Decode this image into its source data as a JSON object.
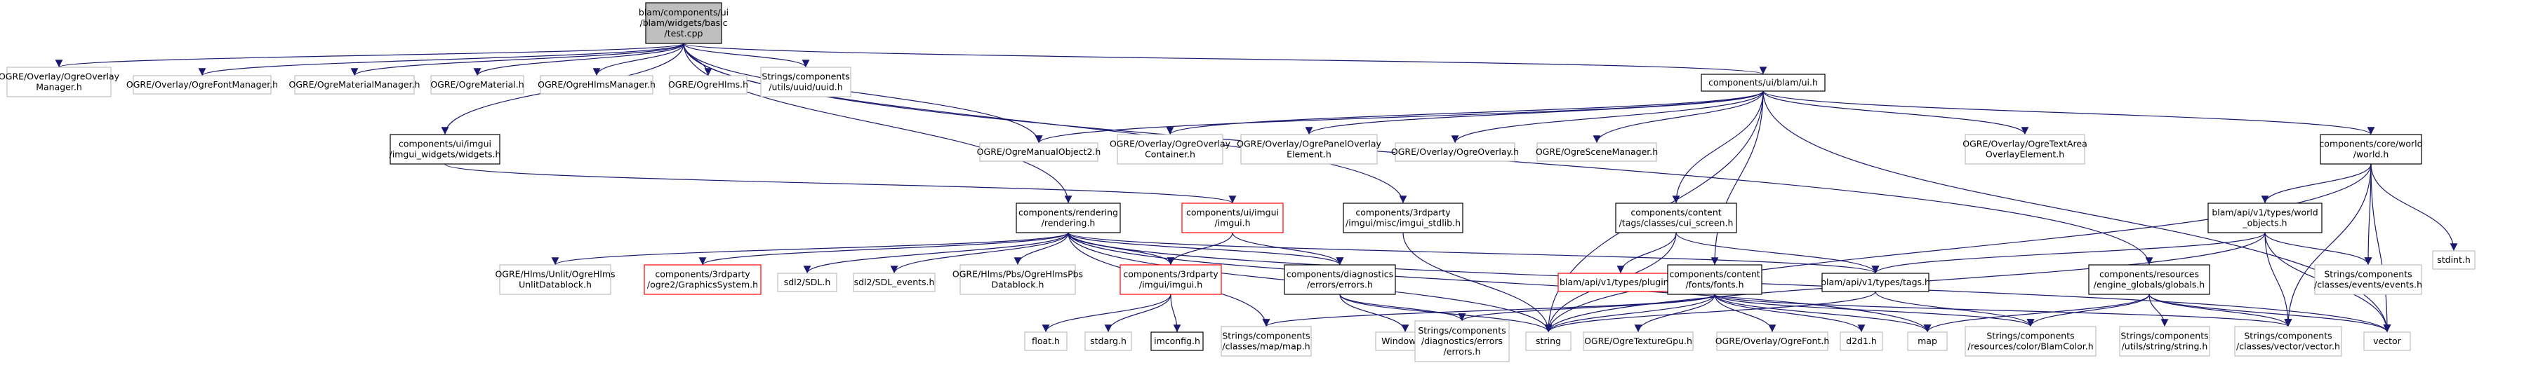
{
  "graph": {
    "colors": {
      "edge": "#191970",
      "node_border_default": "#000000",
      "node_border_missing": "#bfbfbf",
      "node_border_truncated": "#ff0000",
      "root_fill": "#bfbfbf",
      "node_fill": "#ffffff"
    },
    "nodes": [
      {
        "id": "root",
        "lines": [
          "blam/components/ui",
          "/blam/widgets/basic",
          "/test.cpp"
        ],
        "style": "root"
      },
      {
        "id": "ogre_overlay_mgr",
        "lines": [
          "OGRE/Overlay/OgreOverlay",
          "Manager.h"
        ],
        "style": "missing"
      },
      {
        "id": "ogre_font_mgr",
        "lines": [
          "OGRE/Overlay/OgreFontManager.h"
        ],
        "style": "missing"
      },
      {
        "id": "ogre_material_mgr",
        "lines": [
          "OGRE/OgreMaterialManager.h"
        ],
        "style": "missing"
      },
      {
        "id": "ogre_material",
        "lines": [
          "OGRE/OgreMaterial.h"
        ],
        "style": "missing"
      },
      {
        "id": "ogre_hlms_mgr",
        "lines": [
          "OGRE/OgreHlmsManager.h"
        ],
        "style": "missing"
      },
      {
        "id": "ogre_hlms",
        "lines": [
          "OGRE/OgreHlms.h"
        ],
        "style": "missing"
      },
      {
        "id": "uuid",
        "lines": [
          "Strings/components",
          "/utils/uuid/uuid.h"
        ],
        "style": "missing"
      },
      {
        "id": "ui_blam",
        "lines": [
          "components/ui/blam/ui.h"
        ],
        "style": "normal"
      },
      {
        "id": "imgui_widgets",
        "lines": [
          "components/ui/imgui",
          "/imgui_widgets/widgets.h"
        ],
        "style": "normal"
      },
      {
        "id": "manual_obj",
        "lines": [
          "OGRE/OgreManualObject2.h"
        ],
        "style": "missing"
      },
      {
        "id": "overlay_container",
        "lines": [
          "OGRE/Overlay/OgreOverlay",
          "Container.h"
        ],
        "style": "missing"
      },
      {
        "id": "panel_overlay",
        "lines": [
          "OGRE/Overlay/OgrePanelOverlay",
          "Element.h"
        ],
        "style": "missing"
      },
      {
        "id": "overlay_h",
        "lines": [
          "OGRE/Overlay/OgreOverlay.h"
        ],
        "style": "missing"
      },
      {
        "id": "scene_mgr",
        "lines": [
          "OGRE/OgreSceneManager.h"
        ],
        "style": "missing"
      },
      {
        "id": "text_area",
        "lines": [
          "OGRE/Overlay/OgreTextArea",
          "OverlayElement.h"
        ],
        "style": "missing"
      },
      {
        "id": "world",
        "lines": [
          "components/core/world",
          "/world.h"
        ],
        "style": "normal"
      },
      {
        "id": "rendering",
        "lines": [
          "components/rendering",
          "/rendering.h"
        ],
        "style": "normal"
      },
      {
        "id": "imgui_h",
        "lines": [
          "components/ui/imgui",
          "/imgui.h"
        ],
        "style": "truncated"
      },
      {
        "id": "stb",
        "lines": [
          "components/3rdparty",
          "/imgui/misc/imgui_stdlib.h"
        ],
        "style": "normal"
      },
      {
        "id": "cui_screen",
        "lines": [
          "components/content",
          "/tags/classes/cui_screen.h"
        ],
        "style": "normal"
      },
      {
        "id": "world_objects",
        "lines": [
          "blam/api/v1/types/world",
          "_objects.h"
        ],
        "style": "normal"
      },
      {
        "id": "stdint",
        "lines": [
          "stdint.h"
        ],
        "style": "missing"
      },
      {
        "id": "unlit_datablock",
        "lines": [
          "OGRE/Hlms/Unlit/OgreHlms",
          "UnlitDatablock.h"
        ],
        "style": "missing"
      },
      {
        "id": "graphics_system",
        "lines": [
          "components/3rdparty",
          "/ogre2/GraphicsSystem.h"
        ],
        "style": "truncated"
      },
      {
        "id": "sdl",
        "lines": [
          "sdl2/SDL.h"
        ],
        "style": "missing"
      },
      {
        "id": "sdl_events",
        "lines": [
          "sdl2/SDL_events.h"
        ],
        "style": "missing"
      },
      {
        "id": "pbs_datablock",
        "lines": [
          "OGRE/Hlms/Pbs/OgreHlmsPbs",
          "Datablock.h"
        ],
        "style": "missing"
      },
      {
        "id": "imgui_3rd",
        "lines": [
          "components/3rdparty",
          "/imgui/imgui.h"
        ],
        "style": "truncated"
      },
      {
        "id": "errors",
        "lines": [
          "components/diagnostics",
          "/errors/errors.h"
        ],
        "style": "normal"
      },
      {
        "id": "plugins",
        "lines": [
          "blam/api/v1/types/plugins.h"
        ],
        "style": "truncated"
      },
      {
        "id": "tags",
        "lines": [
          "blam/api/v1/types/tags.h"
        ],
        "style": "normal"
      },
      {
        "id": "fonts",
        "lines": [
          "components/content",
          "/fonts/fonts.h"
        ],
        "style": "normal"
      },
      {
        "id": "globals",
        "lines": [
          "components/resources",
          "/engine_globals/globals.h"
        ],
        "style": "normal"
      },
      {
        "id": "events",
        "lines": [
          "Strings/components",
          "/classes/events/events.h"
        ],
        "style": "missing"
      },
      {
        "id": "float",
        "lines": [
          "float.h"
        ],
        "style": "missing"
      },
      {
        "id": "stdarg",
        "lines": [
          "stdarg.h"
        ],
        "style": "missing"
      },
      {
        "id": "imconfig",
        "lines": [
          "imconfig.h"
        ],
        "style": "normal"
      },
      {
        "id": "map_h",
        "lines": [
          "Strings/components",
          "/classes/map/map.h"
        ],
        "style": "missing"
      },
      {
        "id": "windows",
        "lines": [
          "Windows.h"
        ],
        "style": "missing"
      },
      {
        "id": "diag_errors",
        "lines": [
          "Strings/components",
          "/diagnostics/errors",
          "/errors.h"
        ],
        "style": "missing"
      },
      {
        "id": "string",
        "lines": [
          "string"
        ],
        "style": "missing"
      },
      {
        "id": "texture_gpu",
        "lines": [
          "OGRE/OgreTextureGpu.h"
        ],
        "style": "missing"
      },
      {
        "id": "ogre_font",
        "lines": [
          "OGRE/Overlay/OgreFont.h"
        ],
        "style": "missing"
      },
      {
        "id": "d2d1",
        "lines": [
          "d2d1.h"
        ],
        "style": "missing"
      },
      {
        "id": "map",
        "lines": [
          "map"
        ],
        "style": "missing"
      },
      {
        "id": "blam_color",
        "lines": [
          "Strings/components",
          "/resources/color/BlamColor.h"
        ],
        "style": "missing"
      },
      {
        "id": "string_h",
        "lines": [
          "Strings/components",
          "/utils/string/string.h"
        ],
        "style": "missing"
      },
      {
        "id": "vector_h",
        "lines": [
          "Strings/components",
          "/classes/vector/vector.h"
        ],
        "style": "missing"
      },
      {
        "id": "vector",
        "lines": [
          "vector"
        ],
        "style": "missing"
      }
    ],
    "edges": [
      [
        "root",
        "ogre_overlay_mgr"
      ],
      [
        "root",
        "ogre_font_mgr"
      ],
      [
        "root",
        "ogre_material_mgr"
      ],
      [
        "root",
        "ogre_material"
      ],
      [
        "root",
        "ogre_hlms_mgr"
      ],
      [
        "root",
        "ogre_hlms"
      ],
      [
        "root",
        "uuid"
      ],
      [
        "root",
        "ui_blam"
      ],
      [
        "root",
        "imgui_widgets"
      ],
      [
        "root",
        "manual_obj"
      ],
      [
        "root",
        "rendering"
      ],
      [
        "root",
        "stb"
      ],
      [
        "root",
        "globals"
      ],
      [
        "ui_blam",
        "manual_obj"
      ],
      [
        "ui_blam",
        "overlay_container"
      ],
      [
        "ui_blam",
        "panel_overlay"
      ],
      [
        "ui_blam",
        "overlay_h"
      ],
      [
        "ui_blam",
        "scene_mgr"
      ],
      [
        "ui_blam",
        "text_area"
      ],
      [
        "ui_blam",
        "world"
      ],
      [
        "ui_blam",
        "cui_screen"
      ],
      [
        "ui_blam",
        "fonts"
      ],
      [
        "ui_blam",
        "string"
      ],
      [
        "ui_blam",
        "vector"
      ],
      [
        "imgui_widgets",
        "imgui_h"
      ],
      [
        "world",
        "world_objects"
      ],
      [
        "world",
        "stdint"
      ],
      [
        "world",
        "events"
      ],
      [
        "world",
        "vector_h"
      ],
      [
        "world",
        "vector"
      ],
      [
        "world",
        "string"
      ],
      [
        "world_objects",
        "tags"
      ],
      [
        "world_objects",
        "events"
      ],
      [
        "world_objects",
        "vector_h"
      ],
      [
        "world_objects",
        "string"
      ],
      [
        "world_objects",
        "vector"
      ],
      [
        "rendering",
        "unlit_datablock"
      ],
      [
        "rendering",
        "graphics_system"
      ],
      [
        "rendering",
        "sdl"
      ],
      [
        "rendering",
        "sdl_events"
      ],
      [
        "rendering",
        "pbs_datablock"
      ],
      [
        "rendering",
        "imgui_3rd"
      ],
      [
        "rendering",
        "errors"
      ],
      [
        "rendering",
        "tags"
      ],
      [
        "rendering",
        "map"
      ],
      [
        "rendering",
        "vector"
      ],
      [
        "rendering",
        "string"
      ],
      [
        "rendering",
        "map_h"
      ],
      [
        "imgui_h",
        "imgui_3rd"
      ],
      [
        "imgui_h",
        "errors"
      ],
      [
        "stb",
        "string"
      ],
      [
        "cui_screen",
        "plugins"
      ],
      [
        "cui_screen",
        "tags"
      ],
      [
        "cui_screen",
        "string"
      ],
      [
        "imgui_3rd",
        "float"
      ],
      [
        "imgui_3rd",
        "stdarg"
      ],
      [
        "imgui_3rd",
        "imconfig"
      ],
      [
        "errors",
        "windows"
      ],
      [
        "errors",
        "diag_errors"
      ],
      [
        "errors",
        "string"
      ],
      [
        "tags",
        "blam_color"
      ],
      [
        "tags",
        "string"
      ],
      [
        "fonts",
        "map_h"
      ],
      [
        "fonts",
        "diag_errors"
      ],
      [
        "fonts",
        "string"
      ],
      [
        "fonts",
        "texture_gpu"
      ],
      [
        "fonts",
        "ogre_font"
      ],
      [
        "fonts",
        "d2d1"
      ],
      [
        "fonts",
        "map"
      ],
      [
        "fonts",
        "blam_color"
      ],
      [
        "fonts",
        "vector_h"
      ],
      [
        "globals",
        "map"
      ],
      [
        "globals",
        "blam_color"
      ],
      [
        "globals",
        "string_h"
      ],
      [
        "globals",
        "vector_h"
      ],
      [
        "globals",
        "vector"
      ]
    ]
  }
}
